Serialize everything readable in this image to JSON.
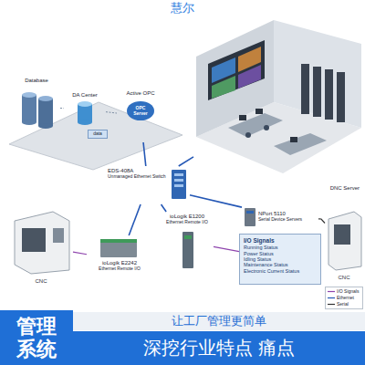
{
  "diagram": {
    "title": "慧尔",
    "nodes": [
      {
        "text": [
          "Database"
        ]
      },
      {
        "text": [
          "DA Center"
        ]
      },
      {
        "text": [
          "data"
        ]
      },
      {
        "text": [
          "Active OPC",
          "OPC Server"
        ]
      },
      {
        "text": [
          "DNC Server"
        ]
      },
      {
        "text": [
          "EDS-408A",
          "Unmanaged Ethernet Switch"
        ]
      },
      {
        "text": [
          "NPort 5110",
          "Serial Device Servers"
        ]
      },
      {
        "text": [
          "CNC"
        ]
      },
      {
        "text": [
          "ioLogik E2242",
          "Ethernet Remote I/O"
        ]
      },
      {
        "text": [
          "ioLogik E1200",
          "Ethernet Remote I/O"
        ]
      },
      {
        "text": [
          "I/O Signals",
          "Running Status",
          "Power Status",
          "Idling Status",
          "Maintenance Status",
          "Electronic Current Status"
        ]
      },
      {
        "text": [
          "CNC"
        ]
      },
      {
        "text": [
          "管理 系统"
        ]
      },
      {
        "text": [
          "让工厂管理更简单"
        ]
      },
      {
        "text": [
          "深挖行业特点 痛点"
        ]
      }
    ],
    "edges": [
      {
        "from": 0,
        "to": 1,
        "arrow": "none"
      },
      {
        "from": 1,
        "to": 3,
        "arrow": "none"
      },
      {
        "from": 3,
        "to": 5,
        "arrow": "none"
      },
      {
        "from": 5,
        "to": 4,
        "arrow": "none"
      },
      {
        "from": 5,
        "to": 8,
        "arrow": "none"
      },
      {
        "from": 5,
        "to": 6,
        "arrow": "none"
      },
      {
        "from": 5,
        "to": 9,
        "arrow": "none"
      },
      {
        "from": 6,
        "to": 11,
        "arrow": "none"
      },
      {
        "from": 8,
        "to": 7,
        "arrow": "none"
      },
      {
        "from": 9,
        "to": 10,
        "arrow": "none"
      }
    ],
    "legend": [
      {
        "text": "I/O Signals"
      },
      {
        "text": "Ethernet"
      },
      {
        "text": "Serial"
      }
    ]
  }
}
